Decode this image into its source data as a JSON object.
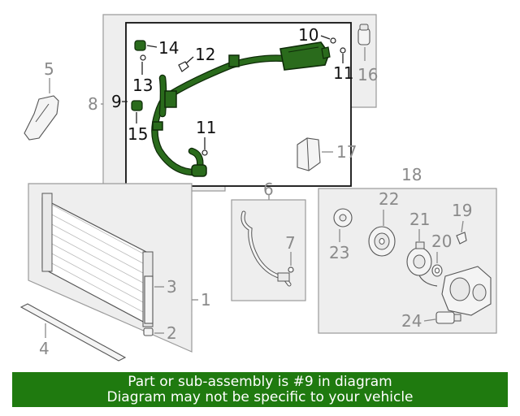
{
  "callouts": {
    "c1": "1",
    "c2": "2",
    "c3": "3",
    "c4": "4",
    "c5": "5",
    "c6": "6",
    "c7": "7",
    "c8": "8",
    "c9": "9",
    "c10": "10",
    "c11a": "11",
    "c11b": "11",
    "c12": "12",
    "c13": "13",
    "c14": "14",
    "c15": "15",
    "c16": "16",
    "c17": "17",
    "c18": "18",
    "c19": "19",
    "c20": "20",
    "c21": "21",
    "c22": "22",
    "c23": "23",
    "c24": "24"
  },
  "highlighted_part": "9",
  "colors": {
    "banner": "#1f7a0f",
    "hose": "#2a6b1c",
    "panel": "#eeeeee"
  },
  "banner": {
    "line1": "Part or sub-assembly is #9 in diagram",
    "line2": "Diagram may not be specific to your vehicle"
  }
}
